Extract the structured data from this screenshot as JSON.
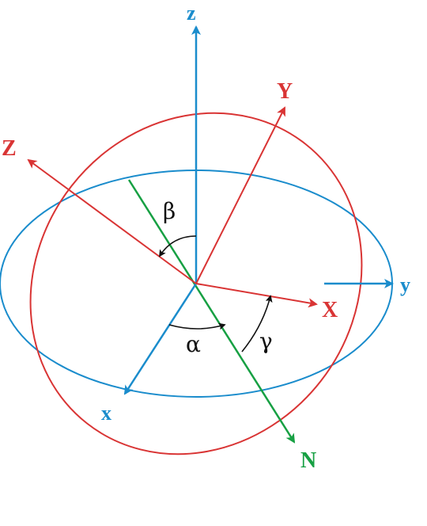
{
  "colors": {
    "fixed_frame": "#1a8ccc",
    "rotated_frame": "#d93434",
    "node_line": "#17a043",
    "angle_marker": "#111111",
    "background": "#ffffff"
  },
  "fixed_axes": {
    "x_label": "x",
    "y_label": "y",
    "z_label": "z"
  },
  "rotated_axes": {
    "x_label": "X",
    "y_label": "Y",
    "z_label": "Z"
  },
  "node_line": {
    "label": "N"
  },
  "angles": {
    "alpha": "α",
    "beta": "β",
    "gamma": "γ"
  }
}
